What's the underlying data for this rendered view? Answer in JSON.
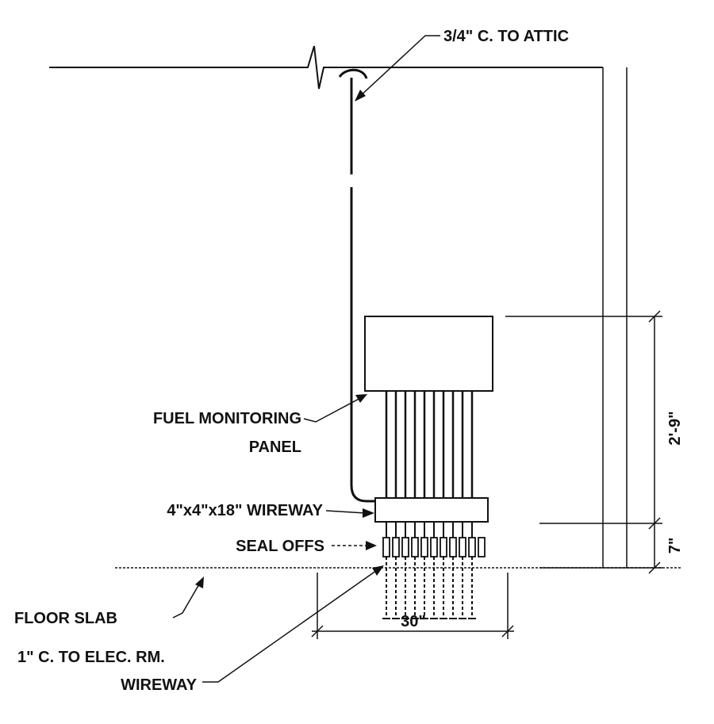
{
  "labels": {
    "attic_conduit": "3/4\" C. TO ATTIC",
    "panel_line1": "FUEL MONITORING",
    "panel_line2": "PANEL",
    "wireway": "4\"x4\"x18\" WIREWAY",
    "seal_offs": "SEAL OFFS",
    "floor_slab": "FLOOR SLAB",
    "elec_conduit_line1": "1\" C. TO ELEC. RM.",
    "elec_conduit_line2": "WIREWAY"
  },
  "dimensions": {
    "panel_height": "2'-9\"",
    "wireway_height": "7\"",
    "width": "30\""
  }
}
